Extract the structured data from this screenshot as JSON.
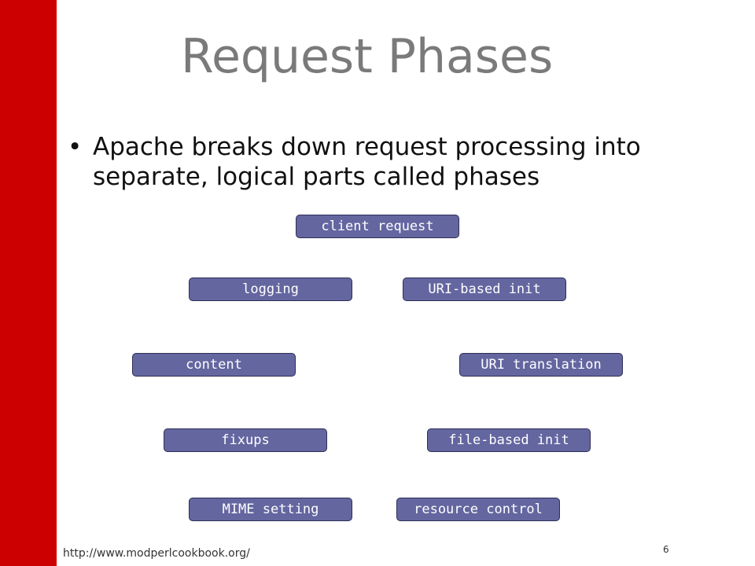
{
  "slide": {
    "title": "Request Phases",
    "bullet_symbol": "•",
    "bullet_text": "Apache breaks down request processing into separate, logical parts called phases",
    "footer_url": "http://www.modperlcookbook.org/",
    "page_number": "6",
    "accent_color": "#cc0000",
    "box_color": "#6466a0"
  },
  "diagram": {
    "phases": [
      {
        "id": "client-request",
        "label": "client request"
      },
      {
        "id": "logging",
        "label": "logging"
      },
      {
        "id": "uri-based-init",
        "label": "URI-based init"
      },
      {
        "id": "content",
        "label": "content"
      },
      {
        "id": "uri-translation",
        "label": "URI translation"
      },
      {
        "id": "fixups",
        "label": "fixups"
      },
      {
        "id": "file-based-init",
        "label": "file-based init"
      },
      {
        "id": "mime-setting",
        "label": "MIME setting"
      },
      {
        "id": "resource-control",
        "label": "resource control"
      }
    ]
  }
}
